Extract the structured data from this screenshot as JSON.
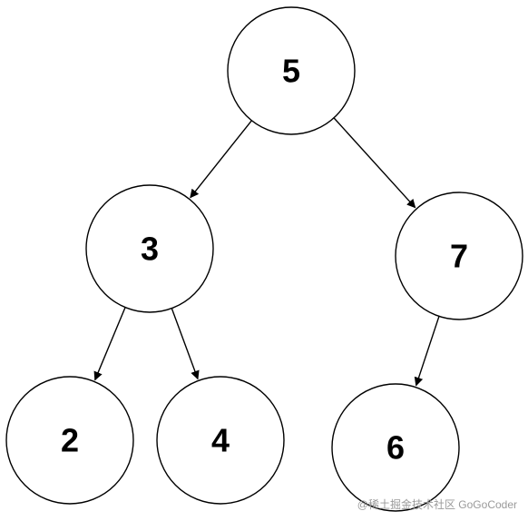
{
  "diagram": {
    "type": "binary-tree",
    "nodes": [
      {
        "id": "n5",
        "label": "5"
      },
      {
        "id": "n3",
        "label": "3"
      },
      {
        "id": "n7",
        "label": "7"
      },
      {
        "id": "n2",
        "label": "2"
      },
      {
        "id": "n4",
        "label": "4"
      },
      {
        "id": "n6",
        "label": "6"
      }
    ],
    "edges": [
      {
        "from": "n5",
        "to": "n3"
      },
      {
        "from": "n5",
        "to": "n7"
      },
      {
        "from": "n3",
        "to": "n2"
      },
      {
        "from": "n3",
        "to": "n4"
      },
      {
        "from": "n7",
        "to": "n6"
      }
    ],
    "colors": {
      "stroke": "#000000",
      "fill": "#ffffff",
      "text": "#000000"
    }
  },
  "watermark": {
    "text": "@稀土掘金技术社区 GoGoCoder"
  }
}
